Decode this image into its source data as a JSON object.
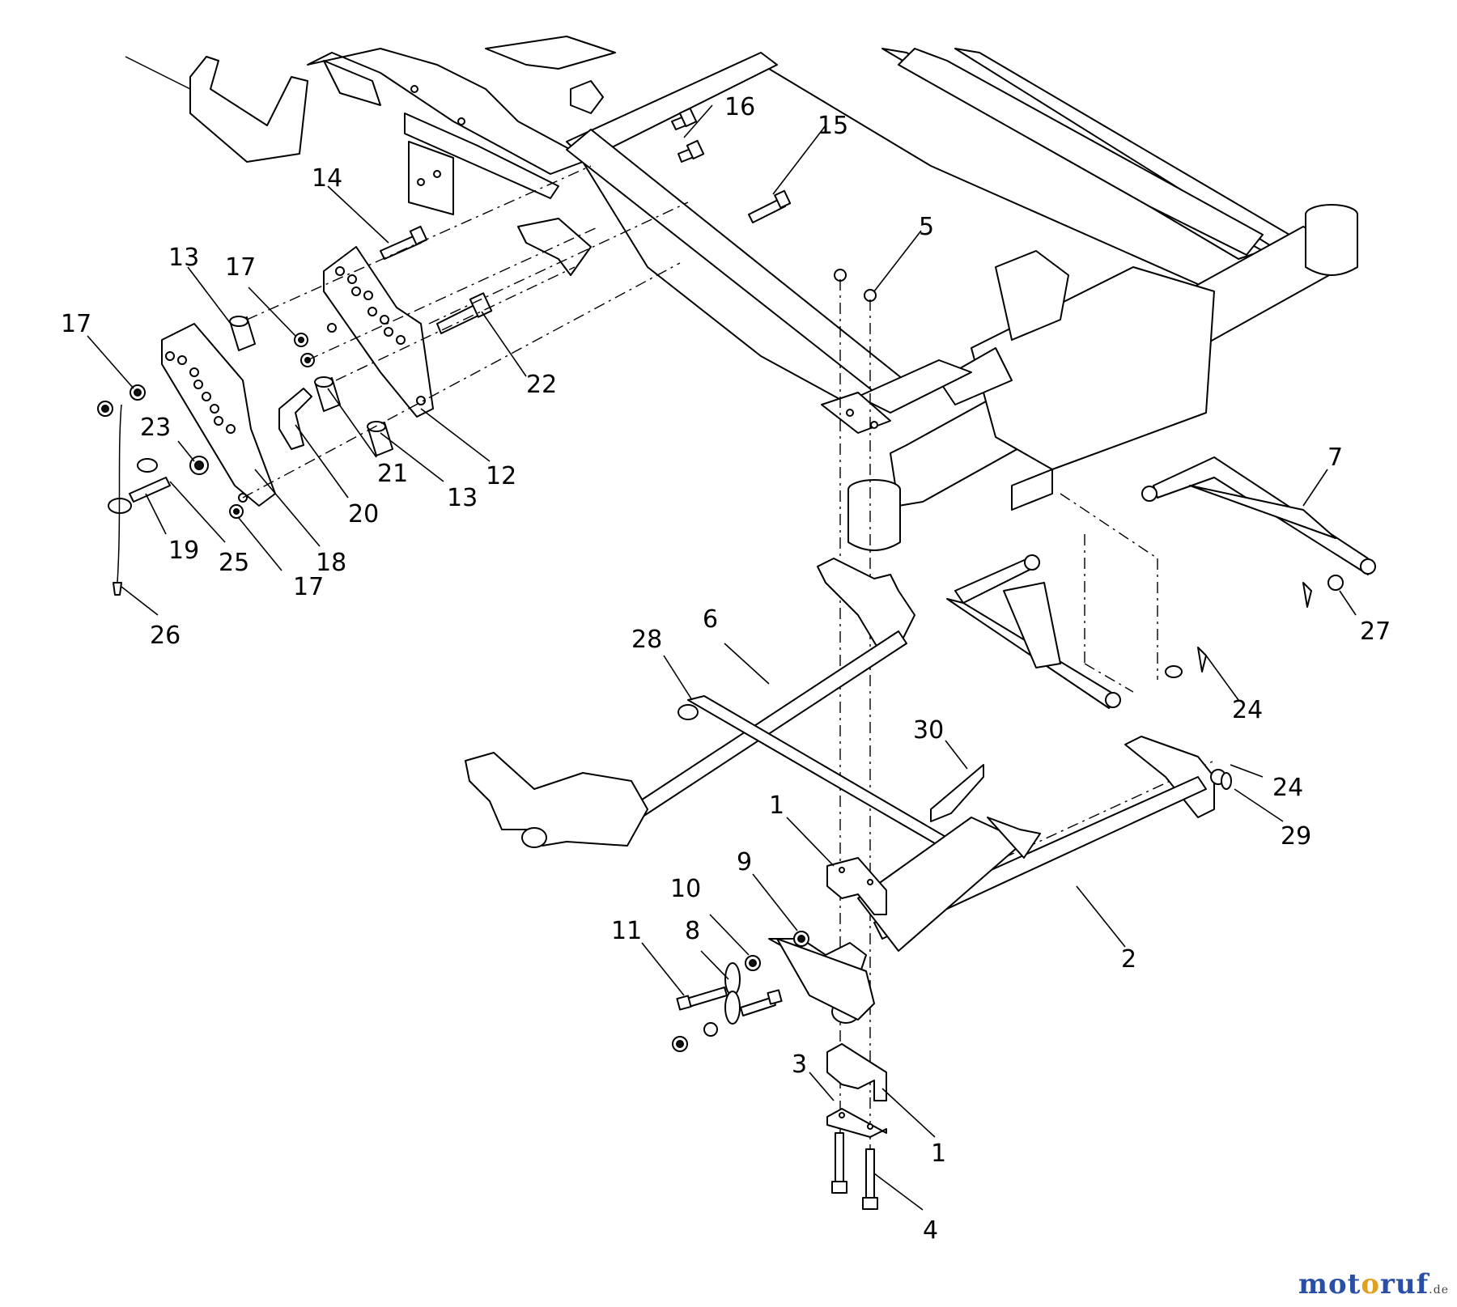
{
  "callouts": [
    {
      "id": "c16",
      "label": "16"
    },
    {
      "id": "c15",
      "label": "15"
    },
    {
      "id": "c14",
      "label": "14"
    },
    {
      "id": "c5",
      "label": "5"
    },
    {
      "id": "c13a",
      "label": "13"
    },
    {
      "id": "c17a",
      "label": "17"
    },
    {
      "id": "c17b",
      "label": "17"
    },
    {
      "id": "c22",
      "label": "22"
    },
    {
      "id": "c23",
      "label": "23"
    },
    {
      "id": "c12",
      "label": "12"
    },
    {
      "id": "c21",
      "label": "21"
    },
    {
      "id": "c13b",
      "label": "13"
    },
    {
      "id": "c20",
      "label": "20"
    },
    {
      "id": "c19",
      "label": "19"
    },
    {
      "id": "c25",
      "label": "25"
    },
    {
      "id": "c18",
      "label": "18"
    },
    {
      "id": "c17c",
      "label": "17"
    },
    {
      "id": "c26",
      "label": "26"
    },
    {
      "id": "c7",
      "label": "7"
    },
    {
      "id": "c27",
      "label": "27"
    },
    {
      "id": "c6",
      "label": "6"
    },
    {
      "id": "c28",
      "label": "28"
    },
    {
      "id": "c24a",
      "label": "24"
    },
    {
      "id": "c30",
      "label": "30"
    },
    {
      "id": "c24b",
      "label": "24"
    },
    {
      "id": "c29",
      "label": "29"
    },
    {
      "id": "c1a",
      "label": "1"
    },
    {
      "id": "c9",
      "label": "9"
    },
    {
      "id": "c10",
      "label": "10"
    },
    {
      "id": "c2",
      "label": "2"
    },
    {
      "id": "c11",
      "label": "11"
    },
    {
      "id": "c8",
      "label": "8"
    },
    {
      "id": "c3",
      "label": "3"
    },
    {
      "id": "c1b",
      "label": "1"
    },
    {
      "id": "c4",
      "label": "4"
    }
  ],
  "watermark": {
    "part1": "mot",
    "part2": "o",
    "part3": "ruf",
    "suffix": ".de"
  }
}
